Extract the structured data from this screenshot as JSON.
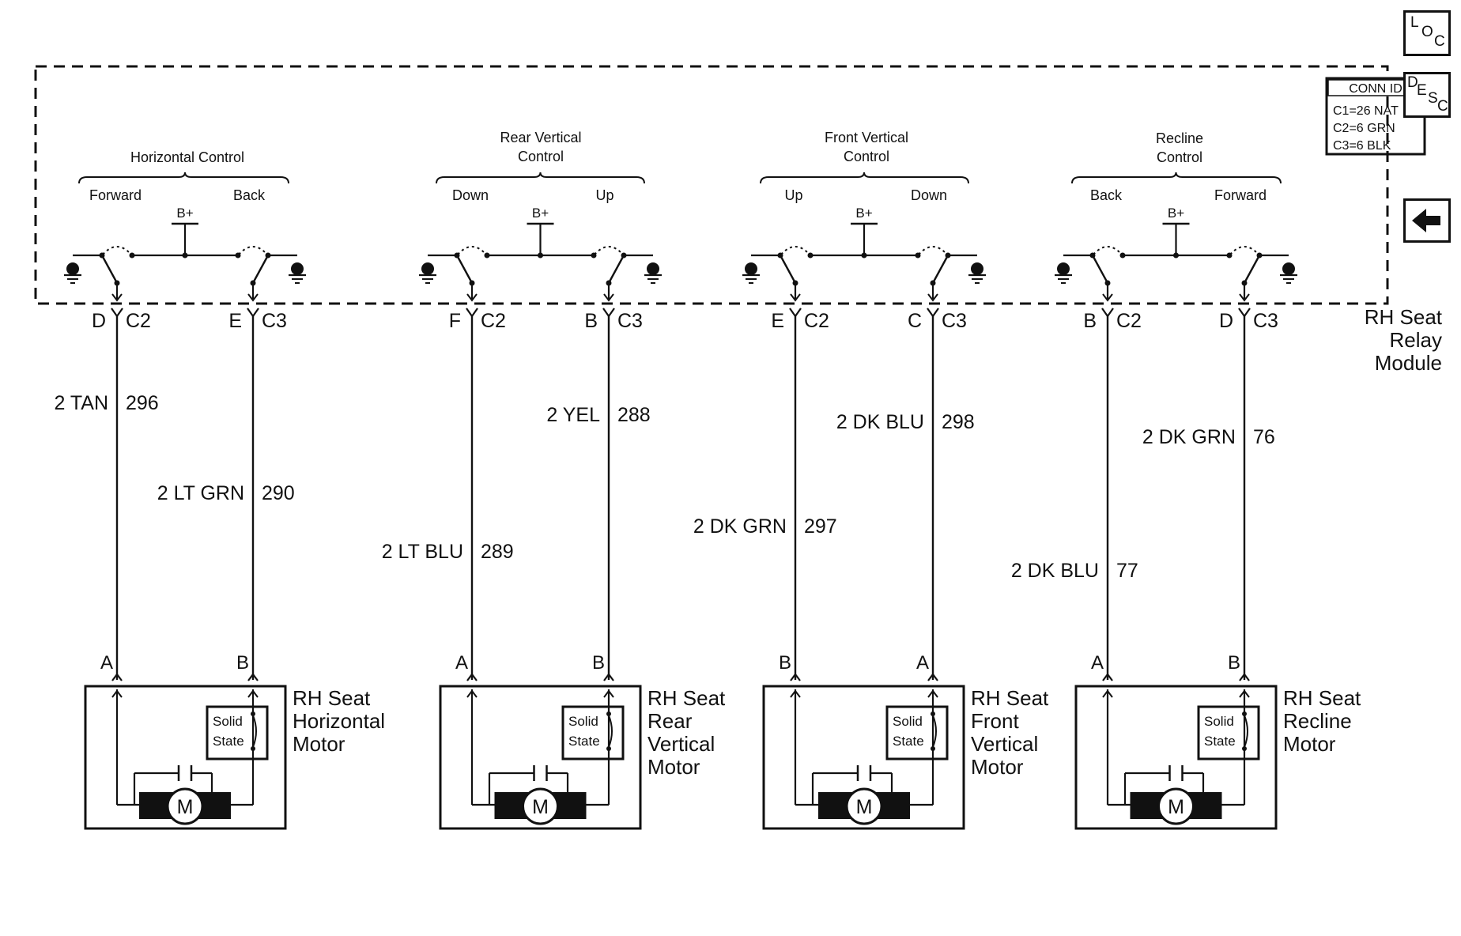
{
  "module": {
    "name_lines": [
      "RH Seat",
      "Relay",
      "Module"
    ],
    "supply_label": "B+"
  },
  "conn_id": {
    "title": "CONN ID",
    "entries": [
      "C1=26 NAT",
      "C2=6 GRN",
      "C3=6 BLK"
    ]
  },
  "nav": {
    "loc": [
      "L",
      "O",
      "C"
    ],
    "desc": [
      "D",
      "E",
      "S",
      "C"
    ],
    "back_icon": "left-arrow-icon"
  },
  "channels": [
    {
      "control_lines": [
        "Horizontal Control"
      ],
      "dir_left": "Forward",
      "dir_right": "Back",
      "wire_left": {
        "pin": "D",
        "conn": "C2",
        "color": "2 TAN",
        "circuit": "296",
        "motor_pin": "A"
      },
      "wire_right": {
        "pin": "E",
        "conn": "C3",
        "color": "2 LT GRN",
        "circuit": "290",
        "motor_pin": "B"
      },
      "motor_lines": [
        "RH Seat",
        "Horizontal",
        "Motor"
      ],
      "solid_state": [
        "Solid",
        "State"
      ],
      "motor_symbol": "M"
    },
    {
      "control_lines": [
        "Rear Vertical",
        "Control"
      ],
      "dir_left": "Down",
      "dir_right": "Up",
      "wire_left": {
        "pin": "F",
        "conn": "C2",
        "color": "2 LT BLU",
        "circuit": "289",
        "motor_pin": "A"
      },
      "wire_right": {
        "pin": "B",
        "conn": "C3",
        "color": "2 YEL",
        "circuit": "288",
        "motor_pin": "B"
      },
      "motor_lines": [
        "RH Seat",
        "Rear",
        "Vertical",
        "Motor"
      ],
      "solid_state": [
        "Solid",
        "State"
      ],
      "motor_symbol": "M"
    },
    {
      "control_lines": [
        "Front Vertical",
        "Control"
      ],
      "dir_left": "Up",
      "dir_right": "Down",
      "wire_left": {
        "pin": "E",
        "conn": "C2",
        "color": "2 DK GRN",
        "circuit": "297",
        "motor_pin": "B"
      },
      "wire_right": {
        "pin": "C",
        "conn": "C3",
        "color": "2 DK BLU",
        "circuit": "298",
        "motor_pin": "A"
      },
      "motor_lines": [
        "RH Seat",
        "Front",
        "Vertical",
        "Motor"
      ],
      "solid_state": [
        "Solid",
        "State"
      ],
      "motor_symbol": "M"
    },
    {
      "control_lines": [
        "Recline",
        "Control"
      ],
      "dir_left": "Back",
      "dir_right": "Forward",
      "wire_left": {
        "pin": "B",
        "conn": "C2",
        "color": "2 DK BLU",
        "circuit": "77",
        "motor_pin": "A"
      },
      "wire_right": {
        "pin": "D",
        "conn": "C3",
        "color": "2 DK GRN",
        "circuit": "76",
        "motor_pin": "B"
      },
      "motor_lines": [
        "RH Seat",
        "Recline",
        "Motor"
      ],
      "solid_state": [
        "Solid",
        "State"
      ],
      "motor_symbol": "M"
    }
  ]
}
